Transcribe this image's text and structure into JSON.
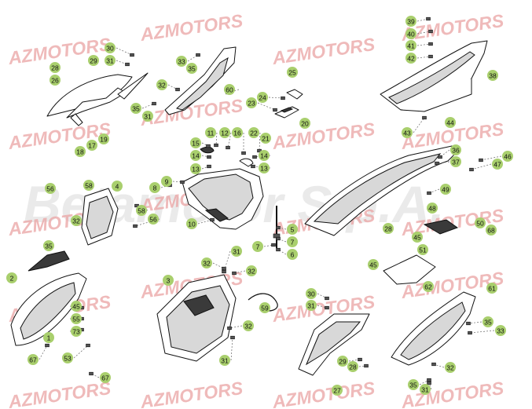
{
  "watermark": {
    "brand": "AZMOTORS",
    "company": "Betamotor S.p.A.",
    "brand_color": "#e9a3a3",
    "company_color": "#d9d9d9"
  },
  "colors": {
    "callout": "#a9cf6d",
    "line": "#111111"
  },
  "callouts": [
    {
      "n": "28"
    },
    {
      "n": "26"
    },
    {
      "n": "30"
    },
    {
      "n": "29"
    },
    {
      "n": "31"
    },
    {
      "n": "33"
    },
    {
      "n": "35"
    },
    {
      "n": "32"
    },
    {
      "n": "60"
    },
    {
      "n": "35"
    },
    {
      "n": "31"
    },
    {
      "n": "25"
    },
    {
      "n": "23"
    },
    {
      "n": "24"
    },
    {
      "n": "20"
    },
    {
      "n": "39"
    },
    {
      "n": "40"
    },
    {
      "n": "41"
    },
    {
      "n": "42"
    },
    {
      "n": "38"
    },
    {
      "n": "43"
    },
    {
      "n": "44"
    },
    {
      "n": "18"
    },
    {
      "n": "17"
    },
    {
      "n": "19"
    },
    {
      "n": "56"
    },
    {
      "n": "58"
    },
    {
      "n": "4"
    },
    {
      "n": "32"
    },
    {
      "n": "35"
    },
    {
      "n": "11"
    },
    {
      "n": "12"
    },
    {
      "n": "16"
    },
    {
      "n": "22"
    },
    {
      "n": "21"
    },
    {
      "n": "15"
    },
    {
      "n": "14"
    },
    {
      "n": "13"
    },
    {
      "n": "9"
    },
    {
      "n": "8"
    },
    {
      "n": "14"
    },
    {
      "n": "13"
    },
    {
      "n": "10"
    },
    {
      "n": "58"
    },
    {
      "n": "56"
    },
    {
      "n": "5"
    },
    {
      "n": "7"
    },
    {
      "n": "6"
    },
    {
      "n": "7"
    },
    {
      "n": "36"
    },
    {
      "n": "37"
    },
    {
      "n": "46"
    },
    {
      "n": "47"
    },
    {
      "n": "49"
    },
    {
      "n": "48"
    },
    {
      "n": "2"
    },
    {
      "n": "45"
    },
    {
      "n": "55"
    },
    {
      "n": "73"
    },
    {
      "n": "1"
    },
    {
      "n": "67"
    },
    {
      "n": "53"
    },
    {
      "n": "67"
    },
    {
      "n": "32"
    },
    {
      "n": "31"
    },
    {
      "n": "32"
    },
    {
      "n": "3"
    },
    {
      "n": "32"
    },
    {
      "n": "31"
    },
    {
      "n": "59"
    },
    {
      "n": "28"
    },
    {
      "n": "45"
    },
    {
      "n": "51"
    },
    {
      "n": "45"
    },
    {
      "n": "50"
    },
    {
      "n": "68"
    },
    {
      "n": "62"
    },
    {
      "n": "30"
    },
    {
      "n": "31"
    },
    {
      "n": "29"
    },
    {
      "n": "28"
    },
    {
      "n": "27"
    },
    {
      "n": "61"
    },
    {
      "n": "35"
    },
    {
      "n": "33"
    },
    {
      "n": "32"
    },
    {
      "n": "35"
    },
    {
      "n": "31"
    }
  ]
}
